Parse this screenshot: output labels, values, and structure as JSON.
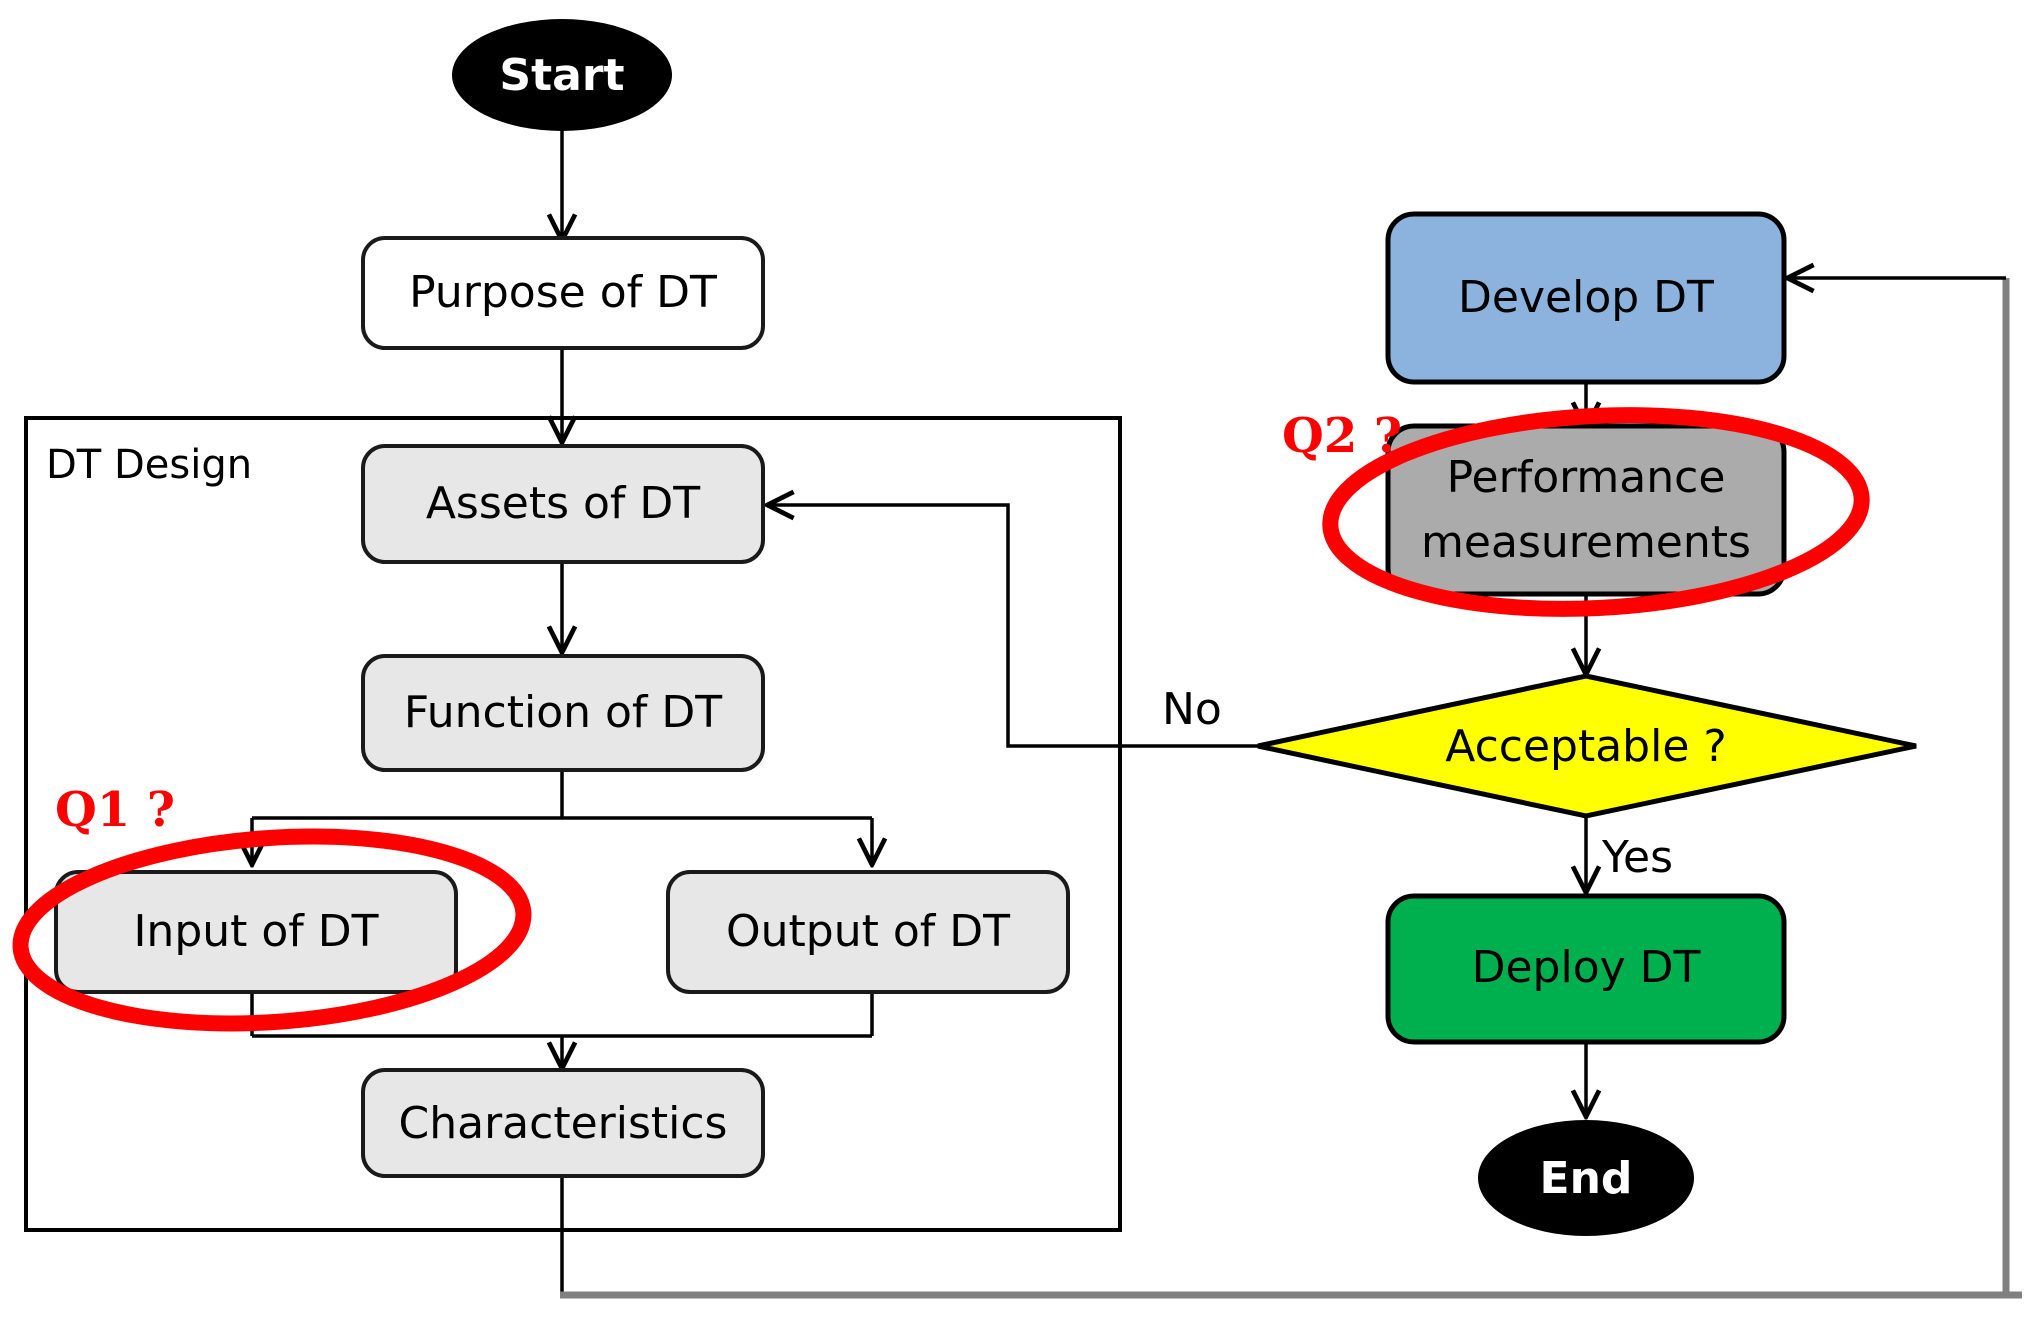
{
  "diagram": {
    "title": "Digital Twin design and development flowchart",
    "colors": {
      "terminator_fill": "#000000",
      "terminator_text": "#ffffff",
      "process_fill": "#E7E7E7",
      "process_stroke": "#1A1A1A",
      "white_fill": "#FFFFFF",
      "develop_fill": "#8CB3DD",
      "performance_fill": "#ABABAB",
      "decision_fill": "#FFFF00",
      "deploy_fill": "#00B04F",
      "annotation_red": "#FF0000",
      "container_stroke": "#000000",
      "bottom_line": "#808080",
      "edge_stroke": "#000000"
    },
    "containers": [
      {
        "id": "dt-design",
        "label": "DT Design"
      }
    ],
    "nodes": [
      {
        "id": "start",
        "label": "Start",
        "shape": "ellipse",
        "fill": "#000000",
        "text_color": "#ffffff"
      },
      {
        "id": "purpose",
        "label": "Purpose of DT",
        "shape": "rounded",
        "fill": "#FFFFFF",
        "text_color": "#000000"
      },
      {
        "id": "assets",
        "label": "Assets of DT",
        "shape": "rounded",
        "fill": "#E7E7E7",
        "text_color": "#000000"
      },
      {
        "id": "function",
        "label": "Function of DT",
        "shape": "rounded",
        "fill": "#E7E7E7",
        "text_color": "#000000"
      },
      {
        "id": "input",
        "label": "Input of DT",
        "shape": "rounded",
        "fill": "#E7E7E7",
        "text_color": "#000000"
      },
      {
        "id": "output",
        "label": "Output of DT",
        "shape": "rounded",
        "fill": "#E7E7E7",
        "text_color": "#000000"
      },
      {
        "id": "chars",
        "label": "Characteristics",
        "shape": "rounded",
        "fill": "#E7E7E7",
        "text_color": "#000000"
      },
      {
        "id": "develop",
        "label": "Develop DT",
        "shape": "rounded",
        "fill": "#8CB3DD",
        "text_color": "#000000"
      },
      {
        "id": "performance",
        "label": "Performance measurements",
        "shape": "rounded",
        "fill": "#ABABAB",
        "text_color": "#000000",
        "line1": "Performance",
        "line2": "measurements"
      },
      {
        "id": "acceptable",
        "label": "Acceptable ?",
        "shape": "diamond",
        "fill": "#FFFF00",
        "text_color": "#000000"
      },
      {
        "id": "deploy",
        "label": "Deploy DT",
        "shape": "rounded",
        "fill": "#00B04F",
        "text_color": "#000000"
      },
      {
        "id": "end",
        "label": "End",
        "shape": "ellipse",
        "fill": "#000000",
        "text_color": "#ffffff"
      }
    ],
    "edge_labels": [
      {
        "id": "no-label",
        "label": "No"
      },
      {
        "id": "yes-label",
        "label": "Yes"
      }
    ],
    "annotations": [
      {
        "id": "q1",
        "label": "Q1 ?",
        "target": "input",
        "color": "#FF0000"
      },
      {
        "id": "q2",
        "label": "Q2 ?",
        "target": "performance",
        "color": "#FF0000"
      }
    ]
  }
}
